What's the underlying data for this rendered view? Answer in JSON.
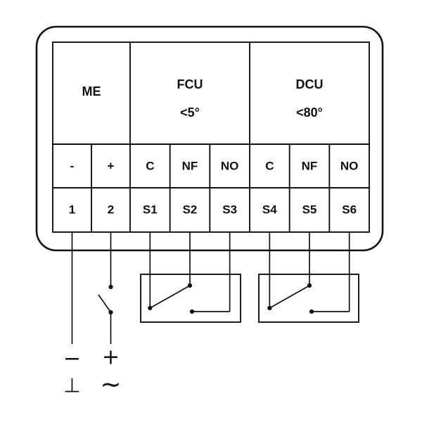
{
  "diagram": {
    "block": {
      "sections": [
        {
          "name": "ME",
          "sub": "",
          "cells": [
            {
              "label": "-",
              "terminal": "1"
            },
            {
              "label": "+",
              "terminal": "2"
            }
          ]
        },
        {
          "name": "FCU",
          "sub": "<5°",
          "cells": [
            {
              "label": "C",
              "terminal": "S1"
            },
            {
              "label": "NF",
              "terminal": "S2"
            },
            {
              "label": "NO",
              "terminal": "S3"
            }
          ]
        },
        {
          "name": "DCU",
          "sub": "<80°",
          "cells": [
            {
              "label": "C",
              "terminal": "S4"
            },
            {
              "label": "NF",
              "terminal": "S5"
            },
            {
              "label": "NO",
              "terminal": "S6"
            }
          ]
        }
      ]
    },
    "symbols": {
      "minus": "−",
      "plus": "+",
      "ground": "⊥",
      "ac": "∼"
    },
    "colors": {
      "line": "#111111",
      "background": "#ffffff"
    }
  }
}
